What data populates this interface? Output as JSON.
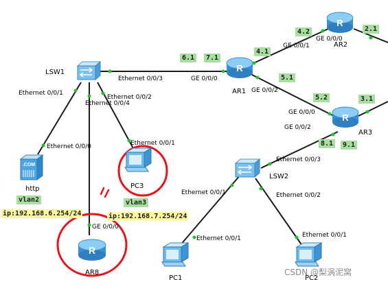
{
  "devices": {
    "lsw1": "LSW1",
    "lsw2": "LSW2",
    "ar1": "AR1",
    "ar2": "AR2",
    "ar3": "AR3",
    "ar8": "AR8",
    "http": "http",
    "pc1": "PC1",
    "pc2": "PC2",
    "pc3": "PC3"
  },
  "ports": {
    "lsw1_e003": "Ethernet 0/0/3",
    "lsw1_e001": "Ethernet 0/0/1",
    "lsw1_e004": "Ethernet 0/0/4",
    "lsw1_e002": "Ethernet 0/0/2",
    "http_e000": "Ethernet 0/0/0",
    "pc3_e001": "Ethernet 0/0/1",
    "ar8_ge000": "GE 0/0/0",
    "ar1_ge000": "GE 0/0/0",
    "ar1_ge001": "GE 0/0/1",
    "ar1_ge002": "GE 0/0/2",
    "ar2_ge000": "GE 0/0/0",
    "ar3_ge000": "GE 0/0/0",
    "ar3_ge002": "GE 0/0/2",
    "lsw2_e003": "Ethernet 0/0/3",
    "lsw2_e001": "Ethernet 0/0/1",
    "lsw2_e002": "Ethernet 0/0/2",
    "pc1_e001": "Ethernet 0/0/1",
    "pc2_e001": "Ethernet 0/0/1"
  },
  "ip_tags": {
    "t61": "6.1",
    "t71": "7.1",
    "t41": "4.1",
    "t42": "4.2",
    "t21": "2.1",
    "t51": "5.1",
    "t52": "5.2",
    "t31": "3.1",
    "t81": "8.1",
    "t91": "9.1"
  },
  "vlans": {
    "http": "vlan2",
    "pc3": "vlan3"
  },
  "addresses": {
    "vlan2_gw": "ip:192.168.6.254/24",
    "vlan3_gw": "ip:192.168.7.254/24"
  },
  "watermark": "CSDN @梨涡泥窝",
  "colors": {
    "link": "#1a1a1a",
    "port_dot": "#22c033",
    "tag_green": "#a8dfa0",
    "tag_yellow": "#fff7a0",
    "highlight_circle": "#e8141c",
    "device_blue": "#3aa0e0"
  }
}
